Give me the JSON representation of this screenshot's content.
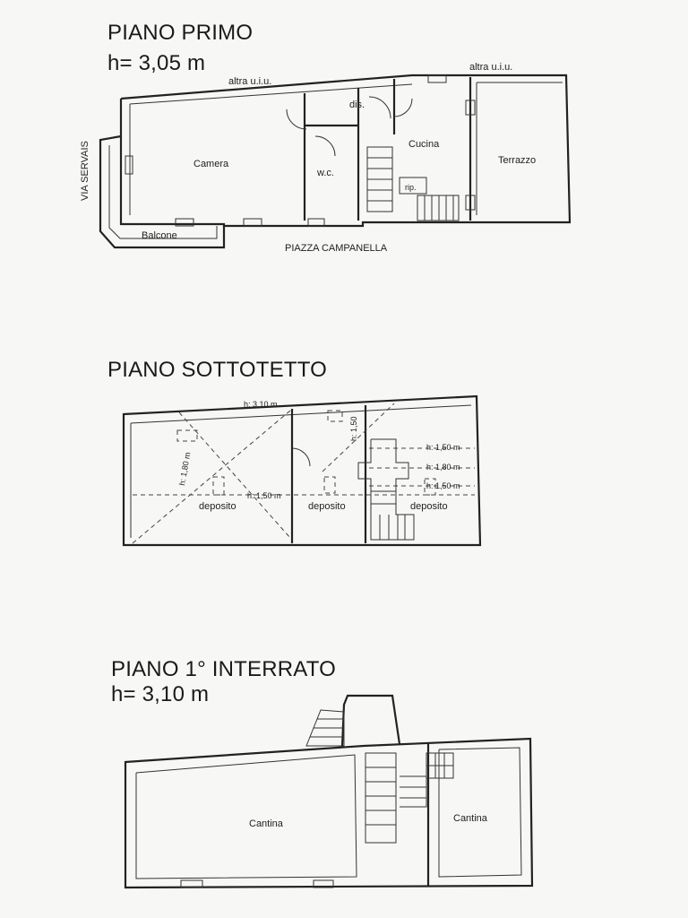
{
  "floors": {
    "primo": {
      "title": "PIANO PRIMO",
      "height": "h= 3,05 m",
      "labels": {
        "altra_uiu_1": "altra u.i.u.",
        "altra_uiu_2": "altra u.i.u.",
        "via": "VIA SERVAIS",
        "piazza": "PIAZZA CAMPANELLA",
        "camera": "Camera",
        "wc": "w.c.",
        "dis": "dis.",
        "cucina": "Cucina",
        "rip": "rip.",
        "terrazzo": "Terrazzo",
        "balcone": "Balcone"
      }
    },
    "sottotetto": {
      "title": "PIANO SOTTOTETTO",
      "labels": {
        "h310": "h: 3,10 m",
        "h180_left": "h: 1,80 m",
        "h150_mid": "h: 1,50 m",
        "h150_vert": "h: 1,50",
        "h150_r1": "h: 1,50 m",
        "h180_r": "h: 1,80 m",
        "h150_r2": "h: 1,50 m",
        "deposito1": "deposito",
        "deposito2": "deposito",
        "deposito3": "deposito"
      }
    },
    "interrato": {
      "title": "PIANO 1° INTERRATO",
      "height": "h= 3,10 m",
      "labels": {
        "cantina1": "Cantina",
        "cantina2": "Cantina"
      }
    }
  }
}
